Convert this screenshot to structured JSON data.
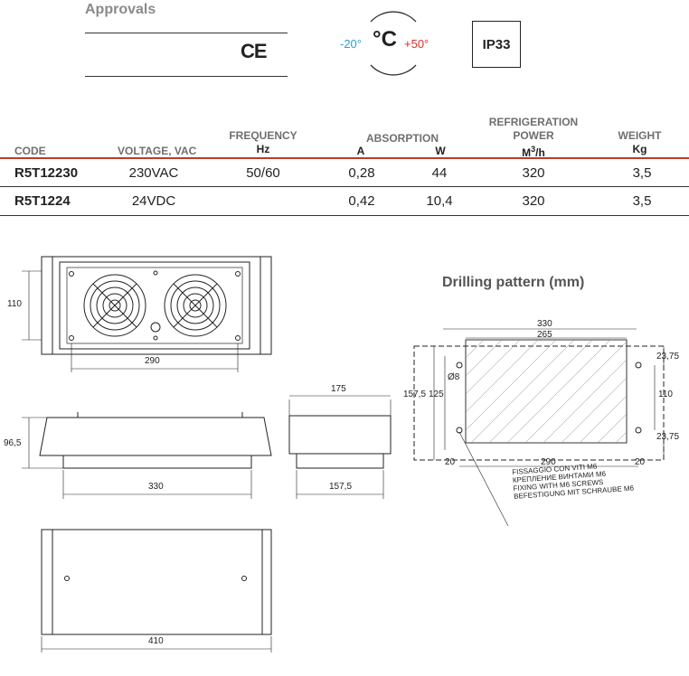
{
  "approvals": {
    "title": "Approvals",
    "mark": "CE"
  },
  "temperature": {
    "unit": "°C",
    "min": "-20°",
    "max": "+50°"
  },
  "protection": {
    "rating": "IP33"
  },
  "table": {
    "headers": {
      "code": "CODE",
      "voltage": "VOLTAGE, VAC",
      "frequency": "FREQUENCY",
      "frequency_unit": "Hz",
      "absorption": "ABSORPTION",
      "absorption_a": "A",
      "absorption_w": "W",
      "refrigeration": "REFRIGERATION",
      "power": "POWER",
      "power_unit_base": "M",
      "power_unit_sup": "3",
      "power_unit_tail": "/h",
      "weight": "WEIGHT",
      "weight_unit": "Kg"
    },
    "rows": [
      {
        "code": "R5T12230",
        "voltage": "230VAC",
        "frequency": "50/60",
        "amps": "0,28",
        "watts": "44",
        "power": "320",
        "weight": "3,5"
      },
      {
        "code": "R5T1224",
        "voltage": "24VDC",
        "frequency": "",
        "amps": "0,42",
        "watts": "10,4",
        "power": "320",
        "weight": "3,5"
      }
    ]
  },
  "drawings": {
    "front": {
      "height": "110",
      "width": "290"
    },
    "side": {
      "height": "96,5",
      "width": "330"
    },
    "end": {
      "top": "175",
      "bottom": "157,5"
    },
    "bottom": {
      "width": "410"
    }
  },
  "drilling": {
    "title": "Drilling pattern (mm)",
    "outer_width": "330",
    "inner_width": "265",
    "hole_spacing": "290",
    "left_margin": "20",
    "right_margin": "20",
    "outer_height": "157,5",
    "inner_height": "125",
    "hole_diameter": "Ø8",
    "top_offset": "23,75",
    "mid_height": "110",
    "bottom_offset": "23,75",
    "note_lines": [
      "FISSAGGIO CON VITI M6",
      "КРЕПЛЕНИЕ ВИНТАМИ М6",
      "FIXING WITH M6 SCREWS",
      "BEFESTIGUNG MIT SCHRAUBE M6"
    ]
  }
}
